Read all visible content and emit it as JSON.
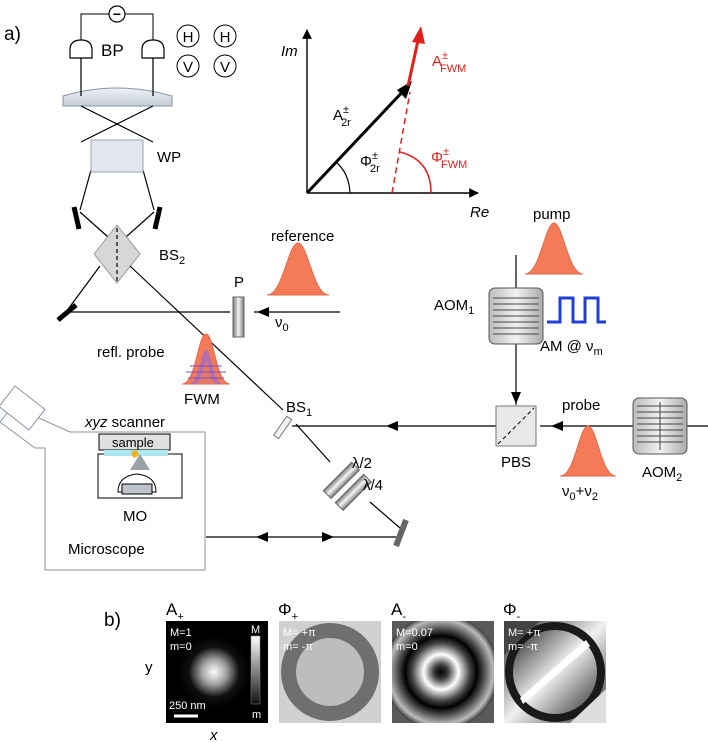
{
  "panels": {
    "a": "a)",
    "b": "b)"
  },
  "labels": {
    "bp": "BP",
    "bp_sign": "−",
    "h1": "H",
    "h2": "H",
    "v1": "V",
    "v2": "V",
    "wp": "WP",
    "bs2": "BS",
    "bs2_sub": "2",
    "p": "P",
    "reference": "reference",
    "nu0": "ν",
    "nu0_sub": "0",
    "refl_probe": "refl. probe",
    "fwm": "FWM",
    "bs1": "BS",
    "bs1_sub": "1",
    "xyz": "xyz",
    "scanner": " scanner",
    "sample": "sample",
    "mo": "MO",
    "microscope": "Microscope",
    "lambda2": "λ/2",
    "lambda4": "λ/4",
    "pump": "pump",
    "aom1": "AOM",
    "aom1_sub": "1",
    "am": "AM @ ν",
    "am_sub": "m",
    "probe": "probe",
    "pbs": "PBS",
    "nu02": "ν",
    "nu02_sub0": "0",
    "nu02_plus": "+ν",
    "nu02_sub2": "2",
    "aom2": "AOM",
    "aom2_sub": "2"
  },
  "phasor": {
    "im": "Im",
    "re": "Re",
    "a2r": "A",
    "a2r_sup": "±",
    "a2r_sub": "2r",
    "phi2r": "Φ",
    "phi2r_sup": "±",
    "phi2r_sub": "2r",
    "afwm": "A",
    "afwm_sup": "±",
    "afwm_sub": "FWM",
    "phifwm": "Φ",
    "phifwm_sup": "±",
    "phifwm_sub": "FWM"
  },
  "maps": {
    "a_plus": {
      "title": "A",
      "title_sub": "+",
      "M": "M=1",
      "m": "m=0"
    },
    "phi_plus": {
      "title": "Φ",
      "title_sub": "+",
      "M": "M= +π",
      "m": "m= -π"
    },
    "a_minus": {
      "title": "A",
      "title_sub": "-",
      "M": "M=0.07",
      "m": "m=0"
    },
    "phi_minus": {
      "title": "Φ",
      "title_sub": "-",
      "M": "M= +π",
      "m": "m= -π"
    },
    "colorbar_top": "M",
    "colorbar_bottom": "m",
    "scale_bar": "250 nm",
    "x_axis": "x",
    "y_axis": "y"
  },
  "colors": {
    "red": "#e0201b",
    "am_wave": "#1f3fd6",
    "pulse_fill": "#f47a58",
    "fwm_purple": "#7b4fb8",
    "cyan": "#aee8f0",
    "gold": "#f2b01b"
  }
}
